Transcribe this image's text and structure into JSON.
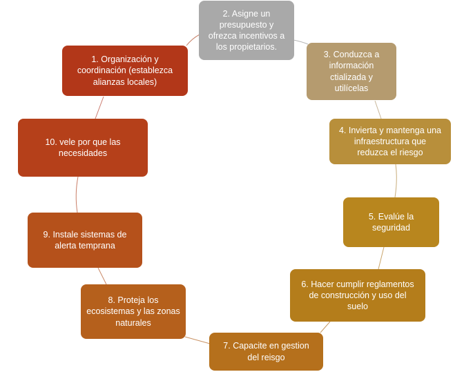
{
  "diagram": {
    "nodes": [
      {
        "id": "n1",
        "text": "1. Organización y\ncoordinación  (establezca\nalianzas locales)",
        "color": "#B23719"
      },
      {
        "id": "n2",
        "text": "2. Asigne un\npresupuesto y\nofrezca incentivos a\nlos propietarios.",
        "color": "#A9A9A9"
      },
      {
        "id": "n3",
        "text": "3. Conduzca a\ninformación\nctializada y\nutilícelas",
        "color": "#B59B6F"
      },
      {
        "id": "n4",
        "text": "4. Invierta y mantenga una\ninfraestructura que\nreduzca el riesgo",
        "color": "#B88F3B"
      },
      {
        "id": "n5",
        "text": "5. Evalúe la\nseguridad",
        "color": "#B8861E"
      },
      {
        "id": "n6",
        "text": "6. Hacer cumplir reglamentos\nde construcción y uso del\nsuelo",
        "color": "#B47D1B"
      },
      {
        "id": "n7",
        "text": "7.  Capacite en gestion\ndel reisgo",
        "color": "#B5701C"
      },
      {
        "id": "n8",
        "text": "8. Proteja los\necosistemas y las zonas\nnaturales",
        "color": "#B5601C"
      },
      {
        "id": "n9",
        "text": "9. Instale sistemas de\nalerta temprana",
        "color": "#B5511B"
      },
      {
        "id": "n10",
        "text": "10. vele por que las\nnecesidades",
        "color": "#B5401A"
      }
    ],
    "connector_colors": [
      "#C9846C",
      "#B5B5B5",
      "#C7B598",
      "#C8AC7A",
      "#C9A46B",
      "#C89A63",
      "#C99264",
      "#C98866",
      "#C97E67",
      "#C9766A"
    ]
  }
}
